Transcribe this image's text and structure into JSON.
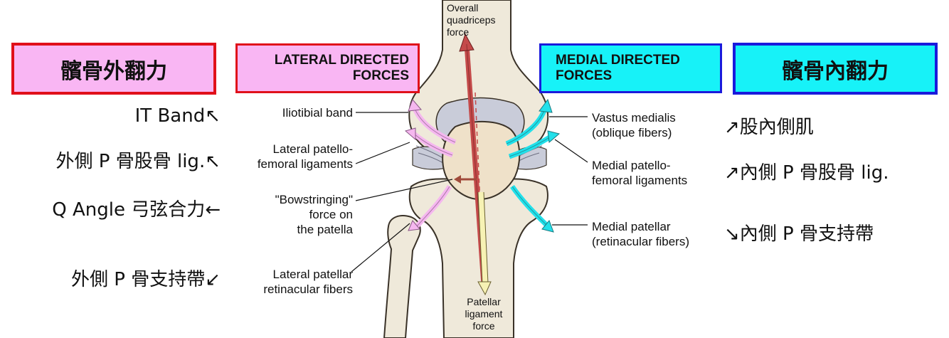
{
  "boxes": {
    "lateral_jp": "髕骨外翻力",
    "lateral_en_1": "LATERAL DIRECTED",
    "lateral_en_2": "FORCES",
    "medial_en_1": "MEDIAL DIRECTED",
    "medial_en_2": "FORCES",
    "medial_jp": "髕骨內翻力"
  },
  "top_label": [
    "Overall",
    "quadriceps",
    "force"
  ],
  "bottom_label": [
    "Patellar",
    "ligament",
    "force"
  ],
  "left_labels": {
    "iliotibial": "Iliotibial band",
    "lat_pf": [
      "Lateral patello-",
      "femoral ligaments"
    ],
    "bowstring": [
      "\"Bowstringing\"",
      "force on",
      "the patella"
    ],
    "lat_ret": [
      "Lateral patellar",
      "retinacular fibers"
    ]
  },
  "right_labels": {
    "vastus": [
      "Vastus medialis",
      "(oblique fibers)"
    ],
    "med_pf": [
      "Medial patello-",
      "femoral ligaments"
    ],
    "med_ret": [
      "Medial patellar",
      "(retinacular fibers)"
    ]
  },
  "left_annotations": {
    "it_band": "IT Band↖",
    "lat_pf_lig": "外側 P 骨股骨 lig.↖",
    "q_angle": "Q Angle 弓弦合力←",
    "lat_ret": "外側 P 骨支持帶↙"
  },
  "right_annotations": {
    "vastus": "↗股內側肌",
    "med_pf_lig": "↗內側 P 骨股骨 lig.",
    "med_ret": "↘內側 P 骨支持帶"
  },
  "colors": {
    "red_border": "#e0101a",
    "pink_fill": "#f9b6f3",
    "blue_border": "#1a1adc",
    "cyan_fill": "#17f2f8",
    "bone": "#efe9da",
    "bone_outline": "#3a3228",
    "cartilage": "#c9ccd9",
    "quad_arrow": "#c44a4a",
    "patellar_arrow": "#f7f2b4"
  }
}
